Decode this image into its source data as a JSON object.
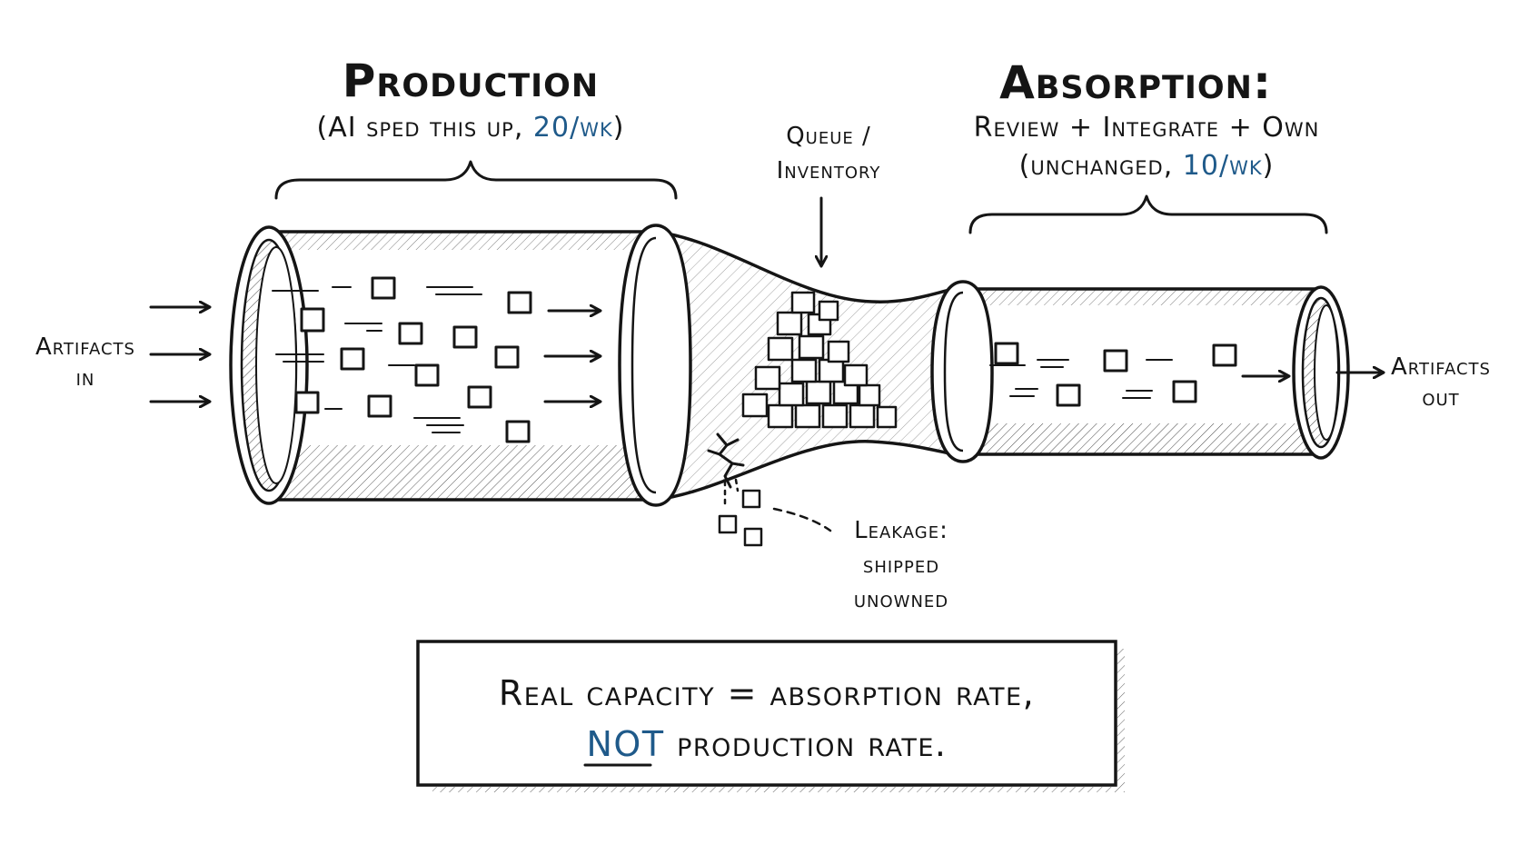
{
  "production": {
    "title": "Production",
    "subtitle_prefix": "(AI sped this up, ",
    "rate": "20/wk",
    "subtitle_suffix": ")"
  },
  "absorption": {
    "title": "Absorption:",
    "line1": "Review + Integrate + Own",
    "line2_prefix": "(unchanged, ",
    "rate": "10/wk",
    "line2_suffix": ")"
  },
  "queue": {
    "line1": "Queue /",
    "line2": "Inventory"
  },
  "inputs": {
    "line1": "Artifacts",
    "line2": "in"
  },
  "outputs": {
    "line1": "Artifacts",
    "line2": "out"
  },
  "leakage": {
    "line1": "Leakage:",
    "line2": "shipped",
    "line3": "unowned"
  },
  "conclusion": {
    "line1": "Real capacity = absorption rate,",
    "emphasis": "NOT",
    "line2_rest": "production rate."
  },
  "colors": {
    "ink": "#151515",
    "accent": "#1f5a8a",
    "paper": "#ffffff"
  }
}
